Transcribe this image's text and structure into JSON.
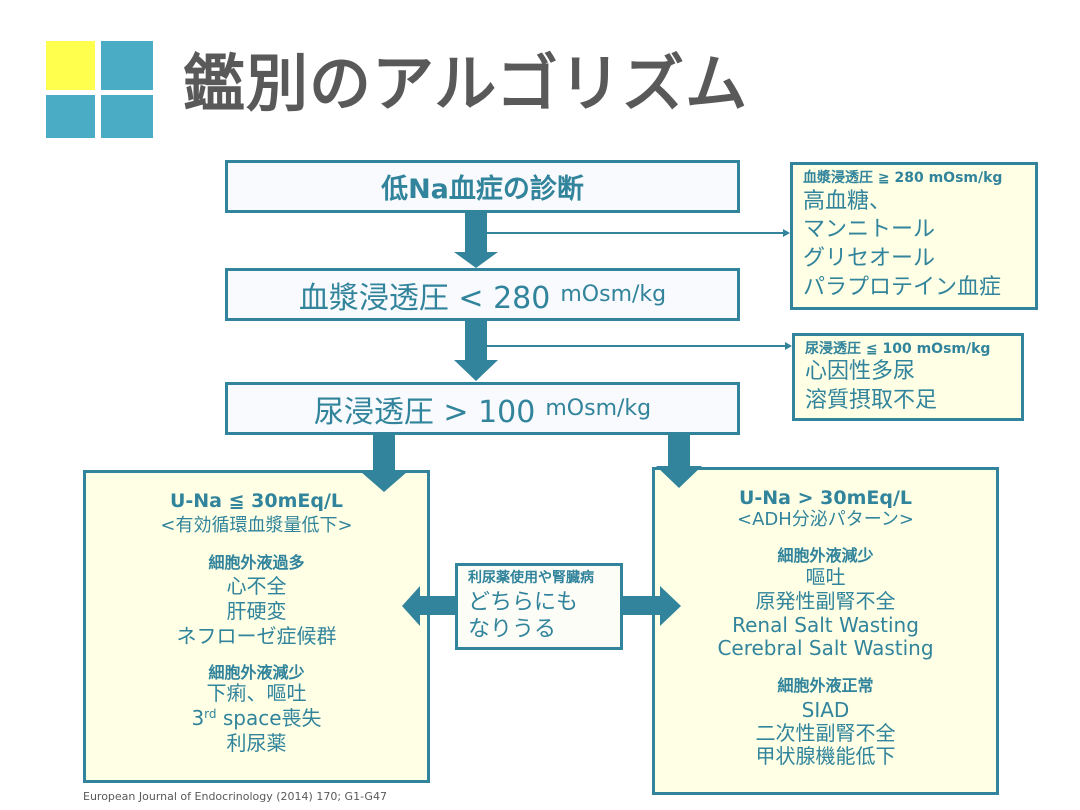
{
  "title": "鑑別のアルゴリズム",
  "colors": {
    "accent": "#31849b",
    "title_text": "#595959",
    "logo_yellow": "#ffff4d",
    "logo_blue": "#4bacc6",
    "box_fill_cream": "#ffffe6",
    "box_fill_pale": "#f8fafd"
  },
  "flow": {
    "step1": {
      "main": "低Na血症の診断"
    },
    "step2": {
      "main": "血漿浸透圧 < 280",
      "unit": "mOsm/kg"
    },
    "step3": {
      "main": "尿浸透圧 > 100",
      "unit": "mOsm/kg"
    }
  },
  "side_boxes": [
    {
      "heading": "血漿浸透圧 ≧ 280 mOsm/kg",
      "items": [
        "高血糖、",
        "マンニトール",
        "グリセオール",
        "パラプロテイン血症"
      ]
    },
    {
      "heading": "尿浸透圧 ≦ 100 mOsm/kg",
      "items": [
        "心因性多尿",
        "溶質摂取不足"
      ]
    }
  ],
  "left_branch": {
    "condition": "U-Na ≦ 30mEq/L",
    "subtitle": "<有効循環血漿量低下>",
    "groups": [
      {
        "heading": "細胞外液過多",
        "items": [
          "心不全",
          "肝硬変",
          "ネフローゼ症候群"
        ]
      },
      {
        "heading": "細胞外液減少",
        "items": [
          "下痢、嘔吐",
          "3rd space喪失",
          "利尿薬"
        ],
        "item_parts": {
          "base": "3",
          "sup": "rd",
          "rest": " space喪失"
        }
      }
    ]
  },
  "right_branch": {
    "condition": "U-Na > 30mEq/L",
    "subtitle": "<ADH分泌パターン>",
    "groups": [
      {
        "heading": "細胞外液減少",
        "items": [
          "嘔吐",
          "原発性副腎不全",
          "Renal Salt Wasting",
          "Cerebral Salt Wasting"
        ]
      },
      {
        "heading": "細胞外液正常",
        "items": [
          "SIAD",
          "二次性副腎不全",
          "甲状腺機能低下"
        ]
      }
    ]
  },
  "middle_note": {
    "heading": "利尿薬使用や腎臓病",
    "lines": [
      "どちらにも",
      "なりうる"
    ]
  },
  "citation": "European Journal of Endocrinology (2014) 170; G1-G47"
}
